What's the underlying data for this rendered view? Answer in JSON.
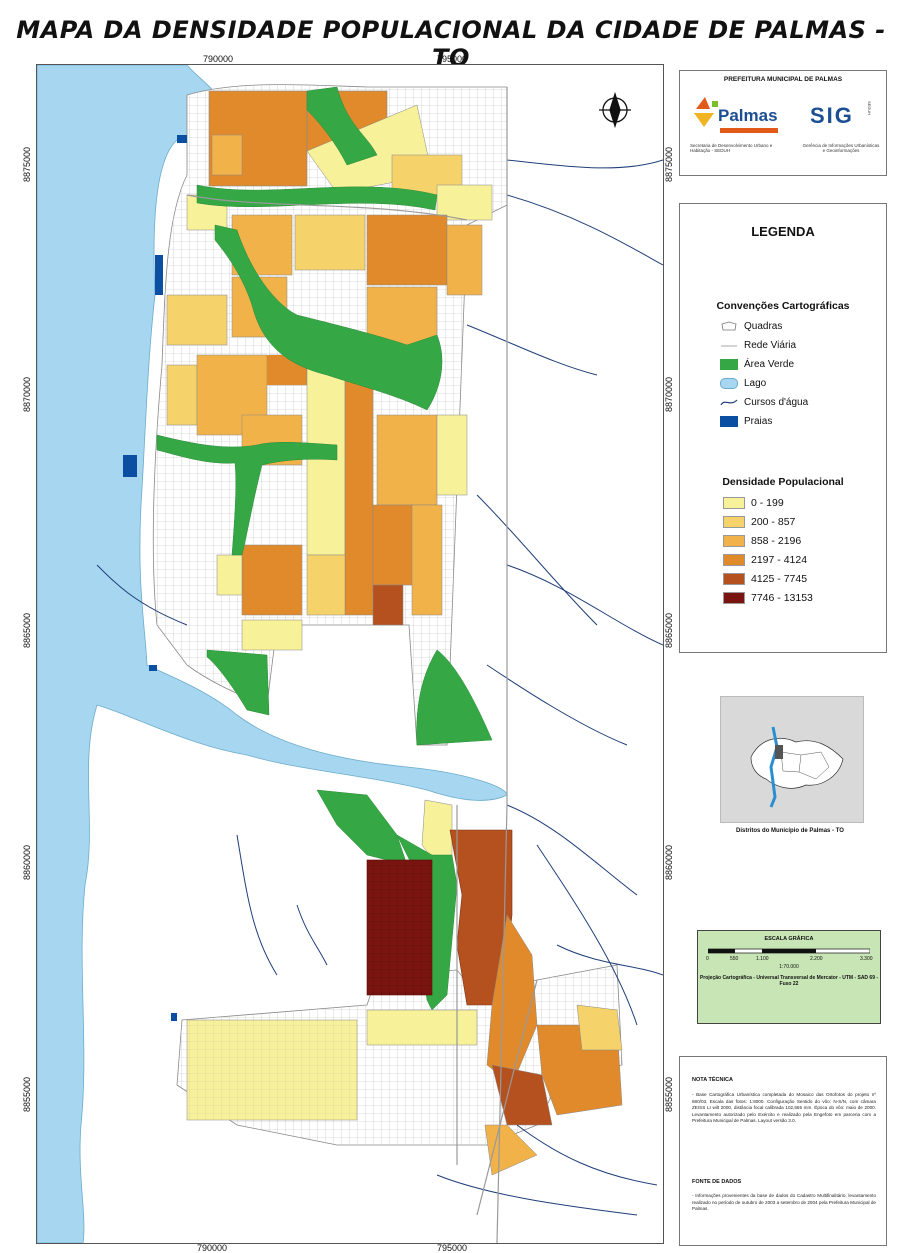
{
  "title": "MAPA DA DENSIDADE POPULACIONAL DA CIDADE DE PALMAS - TO",
  "coords": {
    "x_ticks": [
      "790000",
      "795000"
    ],
    "y_ticks": [
      "8875000",
      "8870000",
      "8865000",
      "8860000",
      "8855000"
    ]
  },
  "logos": {
    "header": "PREFEITURA MUNICIPAL DE PALMAS",
    "palmas": "Palmas",
    "palmas_caption": "Secretaria de Desenvolvimento Urbano e Habitação - SEDUH",
    "sig": "SIG",
    "sig_side": "SEDUH",
    "sig_caption": "Gerência de Informações Urbanísticas e Geoinformações"
  },
  "legend": {
    "title": "LEGENDA",
    "conventions_title": "Convenções Cartográficas",
    "conventions": [
      {
        "label": "Quadras",
        "icon": "block-outline-icon"
      },
      {
        "label": "Rede Viária",
        "icon": "road-line-icon"
      },
      {
        "label": "Área Verde",
        "color": "#35a845"
      },
      {
        "label": "Lago",
        "color": "#a7d6f0"
      },
      {
        "label": "Cursos d'água",
        "icon": "stream-line-icon"
      },
      {
        "label": "Praias",
        "color": "#0b4fa3"
      }
    ],
    "density_title": "Densidade Populacional",
    "density": [
      {
        "label": "0 - 199",
        "color": "#f7f19a"
      },
      {
        "label": "200 - 857",
        "color": "#f6d36a"
      },
      {
        "label": "858 - 2196",
        "color": "#f2b24a"
      },
      {
        "label": "2197 - 4124",
        "color": "#e08a2c"
      },
      {
        "label": "4125 - 7745",
        "color": "#b5501f"
      },
      {
        "label": "7746 - 13153",
        "color": "#7a1410"
      }
    ]
  },
  "locator": {
    "caption": "Distritos do Município de Palmas - TO"
  },
  "scale": {
    "title": "ESCALA GRÁFICA",
    "labels": [
      "0",
      "550",
      "1.100",
      "2.200",
      "3.300"
    ],
    "ratio": "1:70.000",
    "projection": "Projeção Cartográfica - Universal Transversal de Mercator - UTM - SAD 69 - Fuso 22"
  },
  "notes": {
    "tech_title": "NOTA TÉCNICA",
    "tech_text": "- Base Cartográfica Urbanística completada do Mosaico das Ortofotos do projeto nº 680/03. Escala das fotos: 1:8000. Configuração Sentido do vôo: N-S/N, com câmara ZEISS LI wilt 2000, distância focal calibrada 102,555 mm. Época do vôo: maio de 2000. Levantamento autorizado pelo Exército e realizado pela Engefoto em parceria com a Prefeitura Municipal de Palmas. Layout versão 3.0.",
    "source_title": "FONTE DE DADOS",
    "source_text": "- Informações provenientes da base de dados do Cadastro Multifinalitário, levantamento realizado no período de outubro de 2003 a setembro de 2004 pela Prefeitura Municipal de Palmas."
  },
  "colors": {
    "lake": "#a7d6f0",
    "green": "#35a845",
    "beach": "#0b4fa3",
    "river": "#1f3f7a"
  }
}
